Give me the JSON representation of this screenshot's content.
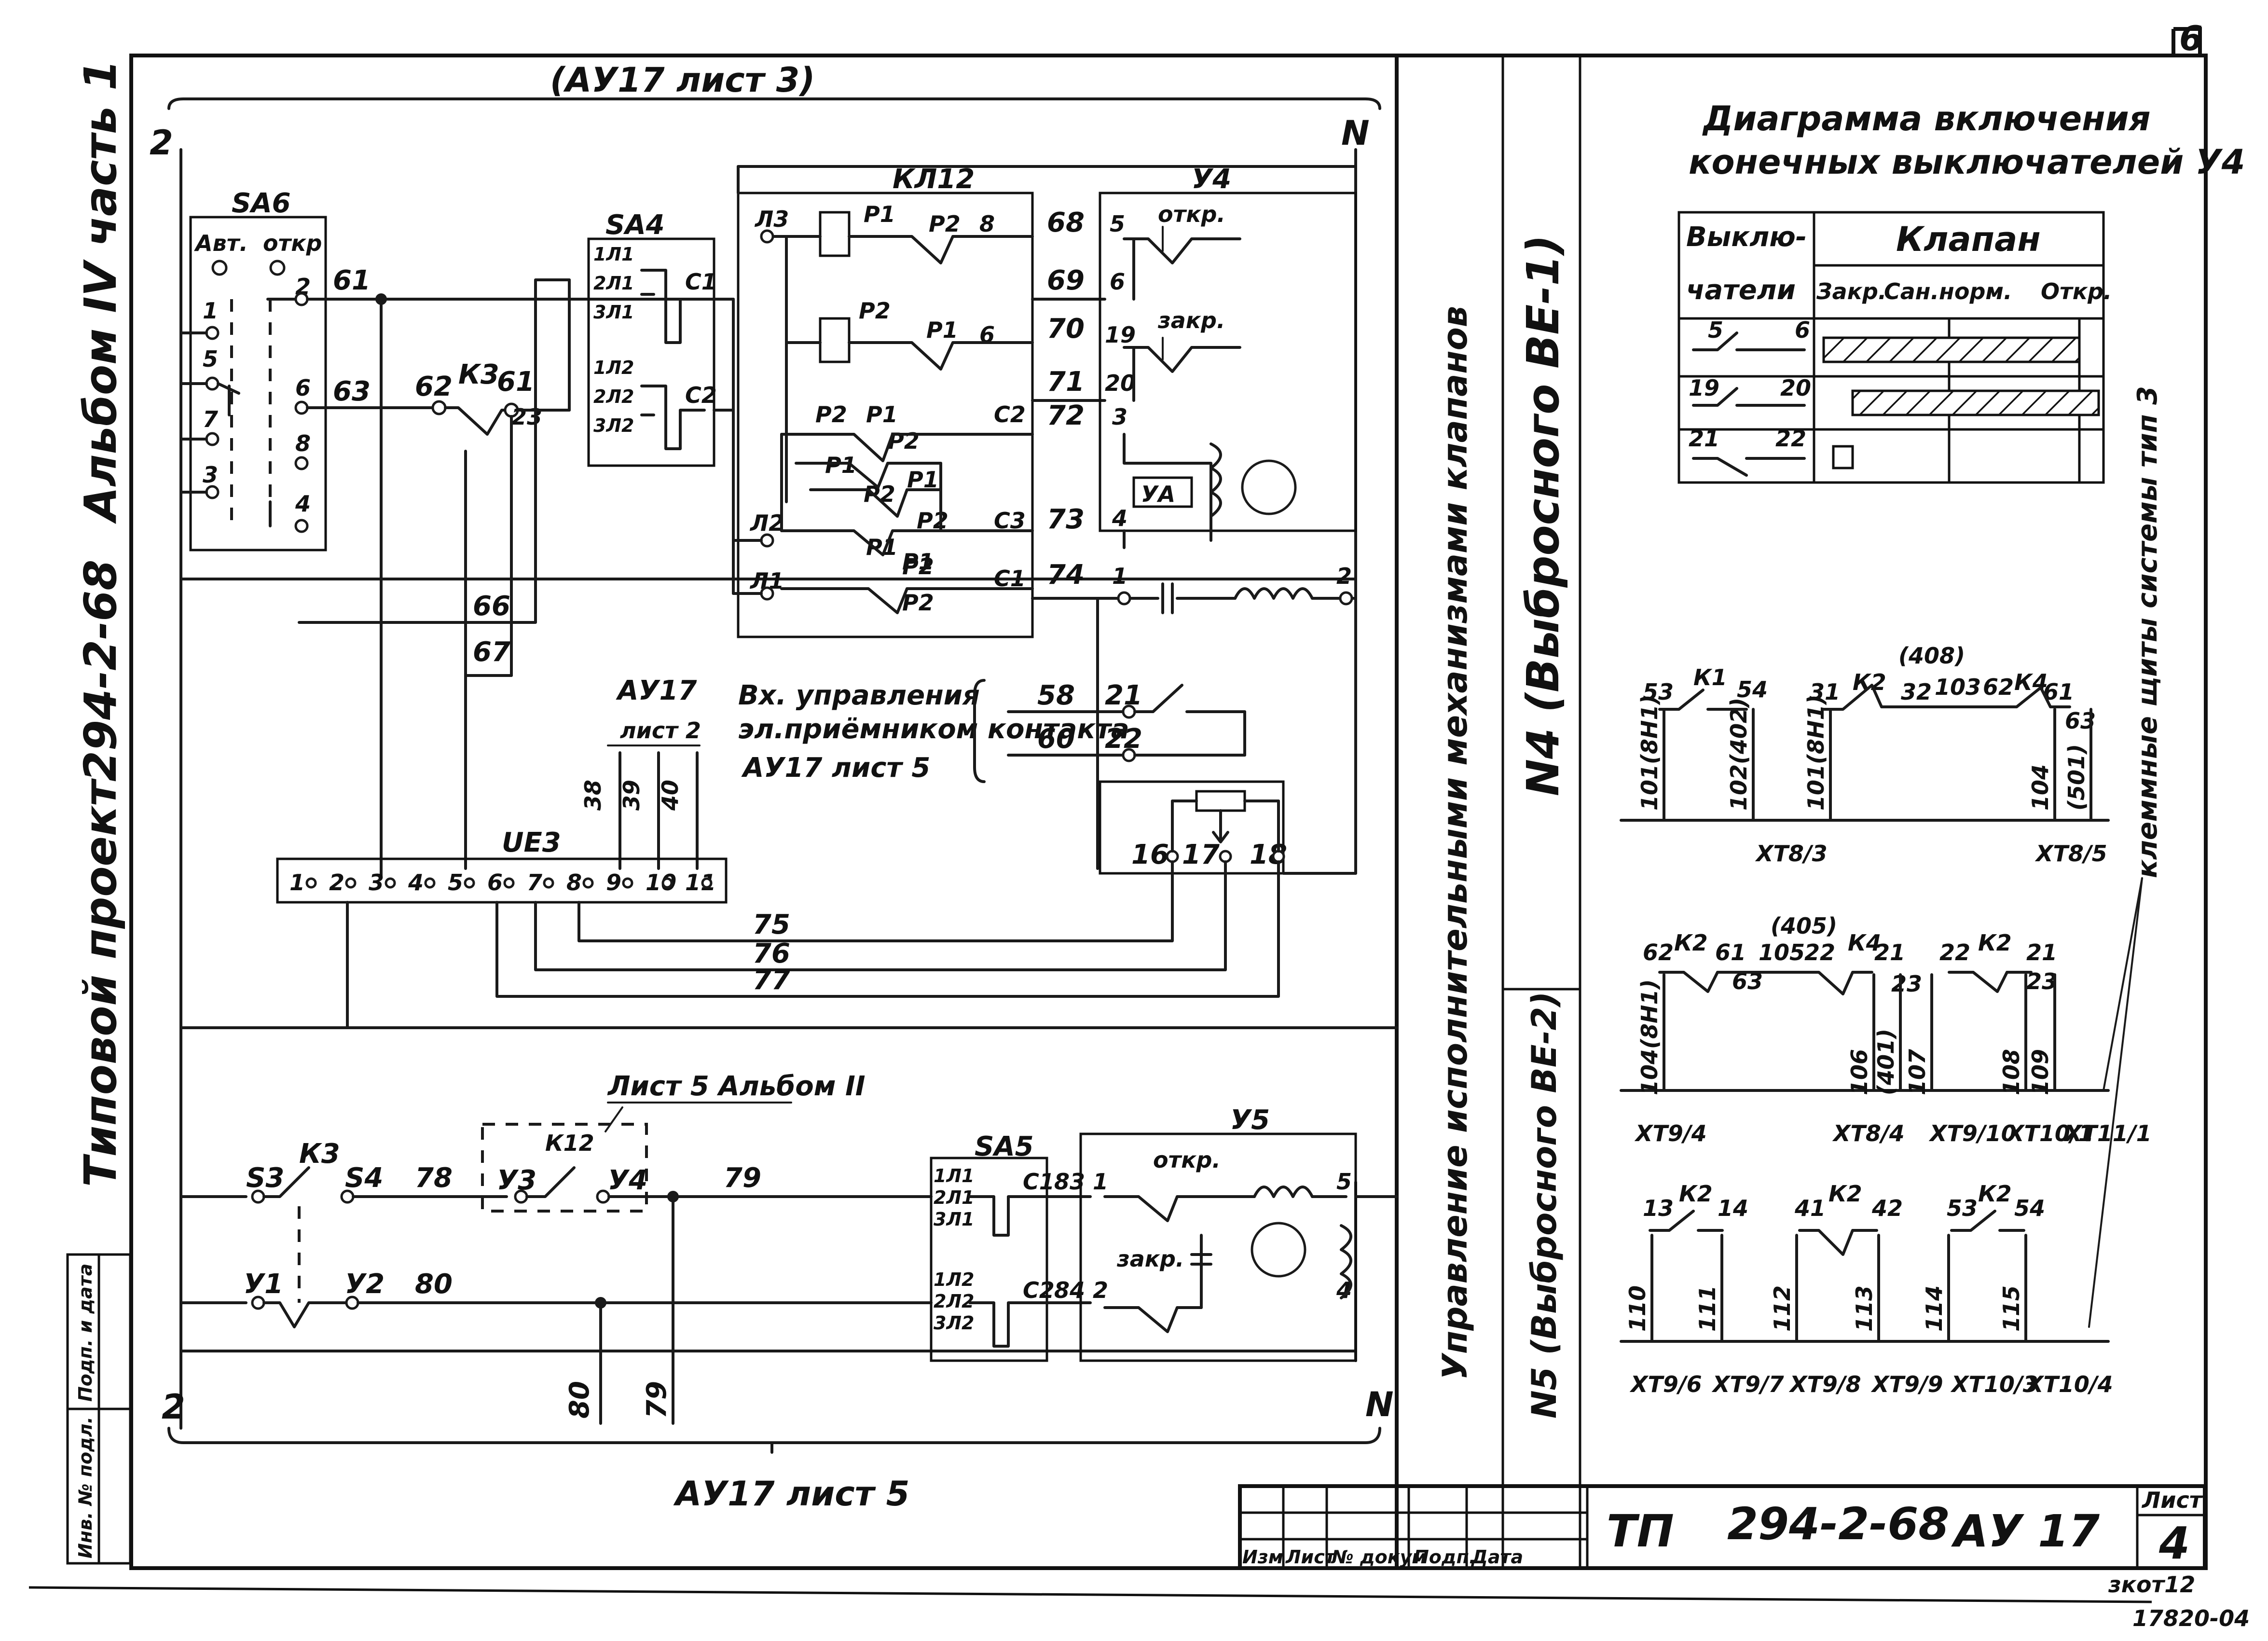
{
  "sheet_corner": "6",
  "margin": {
    "album": "Альбом IV часть 1",
    "project_code": "294-2-68",
    "project_type": "Типовой проект",
    "stamp_inv": "Инв. № подл.",
    "stamp_sign": "Подп. и дата"
  },
  "schematic": {
    "top_bracket": "(АУ17 лист 3)",
    "bus_left_top": "2",
    "bus_right_top": "N",
    "bus_left_bottom": "2",
    "bus_right_bottom": "N",
    "sa6": {
      "name": "SA6",
      "pos_auto": "Авт.",
      "pos_open": "откр",
      "contacts": [
        "1",
        "2",
        "5",
        "6",
        "7",
        "8",
        "3",
        "4"
      ],
      "wire_61": "61",
      "wire_63": "63"
    },
    "k3": {
      "name": "К3",
      "w62": "62",
      "w61": "61",
      "w23": "23",
      "w66": "66",
      "w67": "67"
    },
    "sa4": {
      "name": "SA4",
      "terms": [
        "1Л1",
        "2Л1",
        "3Л1",
        "1Л2",
        "2Л2",
        "3Л2"
      ],
      "c1": "С1",
      "c2": "С2"
    },
    "kl12": {
      "name": "КЛ12",
      "l3": "Л3",
      "l2": "Л2",
      "l1": "Л1",
      "p_labels": [
        "Р1",
        "Р2",
        "8",
        "Р2",
        "Р1",
        "6",
        "Р2",
        "Р1",
        "Р2",
        "С2",
        "Р1",
        "Р1",
        "Р2",
        "Р2",
        "Р1",
        "С3",
        "Р2",
        "Р1",
        "Р2",
        "С1"
      ]
    },
    "wires_mid": [
      "68",
      "69",
      "70",
      "71",
      "72",
      "73",
      "74"
    ],
    "y4": {
      "name": "У4",
      "n5": "5",
      "n6": "6",
      "n19": "19",
      "n20": "20",
      "n3": "3",
      "n4": "4",
      "n1": "1",
      "n2": "2",
      "open": "откр.",
      "close": "закр.",
      "ya": "УА"
    },
    "ext_control": {
      "w58": "58",
      "w21": "21",
      "w60": "60",
      "w22": "22",
      "line1": "Вх. управления",
      "line2": "эл.приёмником контакта",
      "line3": "АУ17 лист 5"
    },
    "au17_ref": {
      "title": "АУ17",
      "sheet": "лист 2",
      "w38": "38",
      "w39": "39",
      "w40": "40"
    },
    "ue3": {
      "name": "UE3",
      "pins": [
        "1",
        "2",
        "3",
        "4",
        "5",
        "6",
        "7",
        "8",
        "9",
        "10",
        "11"
      ]
    },
    "resistor": {
      "n16": "16",
      "n17": "17",
      "n18": "18"
    },
    "wires_bottom": [
      "75",
      "76",
      "77"
    ],
    "lower": {
      "ref": "Лист 5 Альбом II",
      "k3": "К3",
      "k12": "К12",
      "s3": "S3",
      "s4": "S4",
      "w78": "78",
      "y3": "У3",
      "y4": "У4",
      "w79": "79",
      "y1": "У1",
      "y2": "У2",
      "w80": "80",
      "sa5": "SA5",
      "sa5_terms": [
        "1Л1",
        "2Л1",
        "3Л1",
        "1Л2",
        "2Л2",
        "3Л2"
      ],
      "c1": "С1",
      "c2": "С2",
      "w83": "83",
      "w84": "84",
      "n1": "1",
      "n2": "2",
      "n5": "5",
      "n4": "4",
      "y5": "У5",
      "open": "откр.",
      "close": "закр.",
      "v80": "80",
      "v79": "79"
    },
    "bottom_caption": "АУ17 лист 5"
  },
  "captions": {
    "control": "Управление исполнительными механизмами клапанов",
    "n4": "N4 (Выбросного ВЕ-1)",
    "n5": "N5 (Выбросного ВЕ-2)"
  },
  "switch_diagram": {
    "title_line1": "Диаграмма включения",
    "title_line2": "конечных выключателей У4",
    "col_switch_1": "Выклю-",
    "col_switch_2": "чатели",
    "col_valve": "Клапан",
    "sub_closed": "Закр.",
    "sub_norm": "Сан.норм.",
    "sub_open": "Откр.",
    "rows": [
      {
        "a": "5",
        "b": "6"
      },
      {
        "a": "19",
        "b": "20"
      },
      {
        "a": "21",
        "b": "22"
      }
    ]
  },
  "terminals": {
    "side_label": "клеммные щиты системы тип 3",
    "row1": {
      "labels": [
        "53",
        "К1",
        "54",
        "31",
        "К2",
        "32",
        "(408)",
        "103",
        "62",
        "К4",
        "61",
        "63"
      ],
      "wires": [
        "101(8Н1)",
        "102(402)",
        "101(8Н1)",
        "104",
        "(501)"
      ],
      "strips": [
        "ХТ8/3",
        "ХТ8/5"
      ]
    },
    "row2": {
      "labels": [
        "(405)",
        "62",
        "К2",
        "61",
        "105",
        "22",
        "К4",
        "21",
        "63",
        "23",
        "22",
        "К2",
        "21",
        "23"
      ],
      "wires": [
        "104(8Н1)",
        "106",
        "(401)",
        "107",
        "108",
        "109"
      ],
      "strips": [
        "ХТ9/4",
        "ХТ8/4",
        "ХТ9/10",
        "ХТ10/1",
        "ХТ11/1"
      ]
    },
    "row3": {
      "labels": [
        "13",
        "К2",
        "14",
        "41",
        "К2",
        "42",
        "53",
        "К2",
        "54"
      ],
      "wires": [
        "110",
        "111",
        "112",
        "113",
        "114",
        "115"
      ],
      "strips": [
        "ХТ9/6",
        "ХТ9/7",
        "ХТ9/8",
        "ХТ9/9",
        "ХТ10/3",
        "ХТ10/4"
      ]
    }
  },
  "title_block": {
    "h_izm": "Изм",
    "h_list": "Лист",
    "h_doc": "№ докум",
    "h_sign": "Подп.",
    "h_date": "Дата",
    "doc_prefix": "ТП",
    "doc_code": "294-2-68",
    "part": "АУ 17",
    "sheet_label": "Лист",
    "sheet_no": "4",
    "note1": "зкот12",
    "note2": "17820-04"
  }
}
